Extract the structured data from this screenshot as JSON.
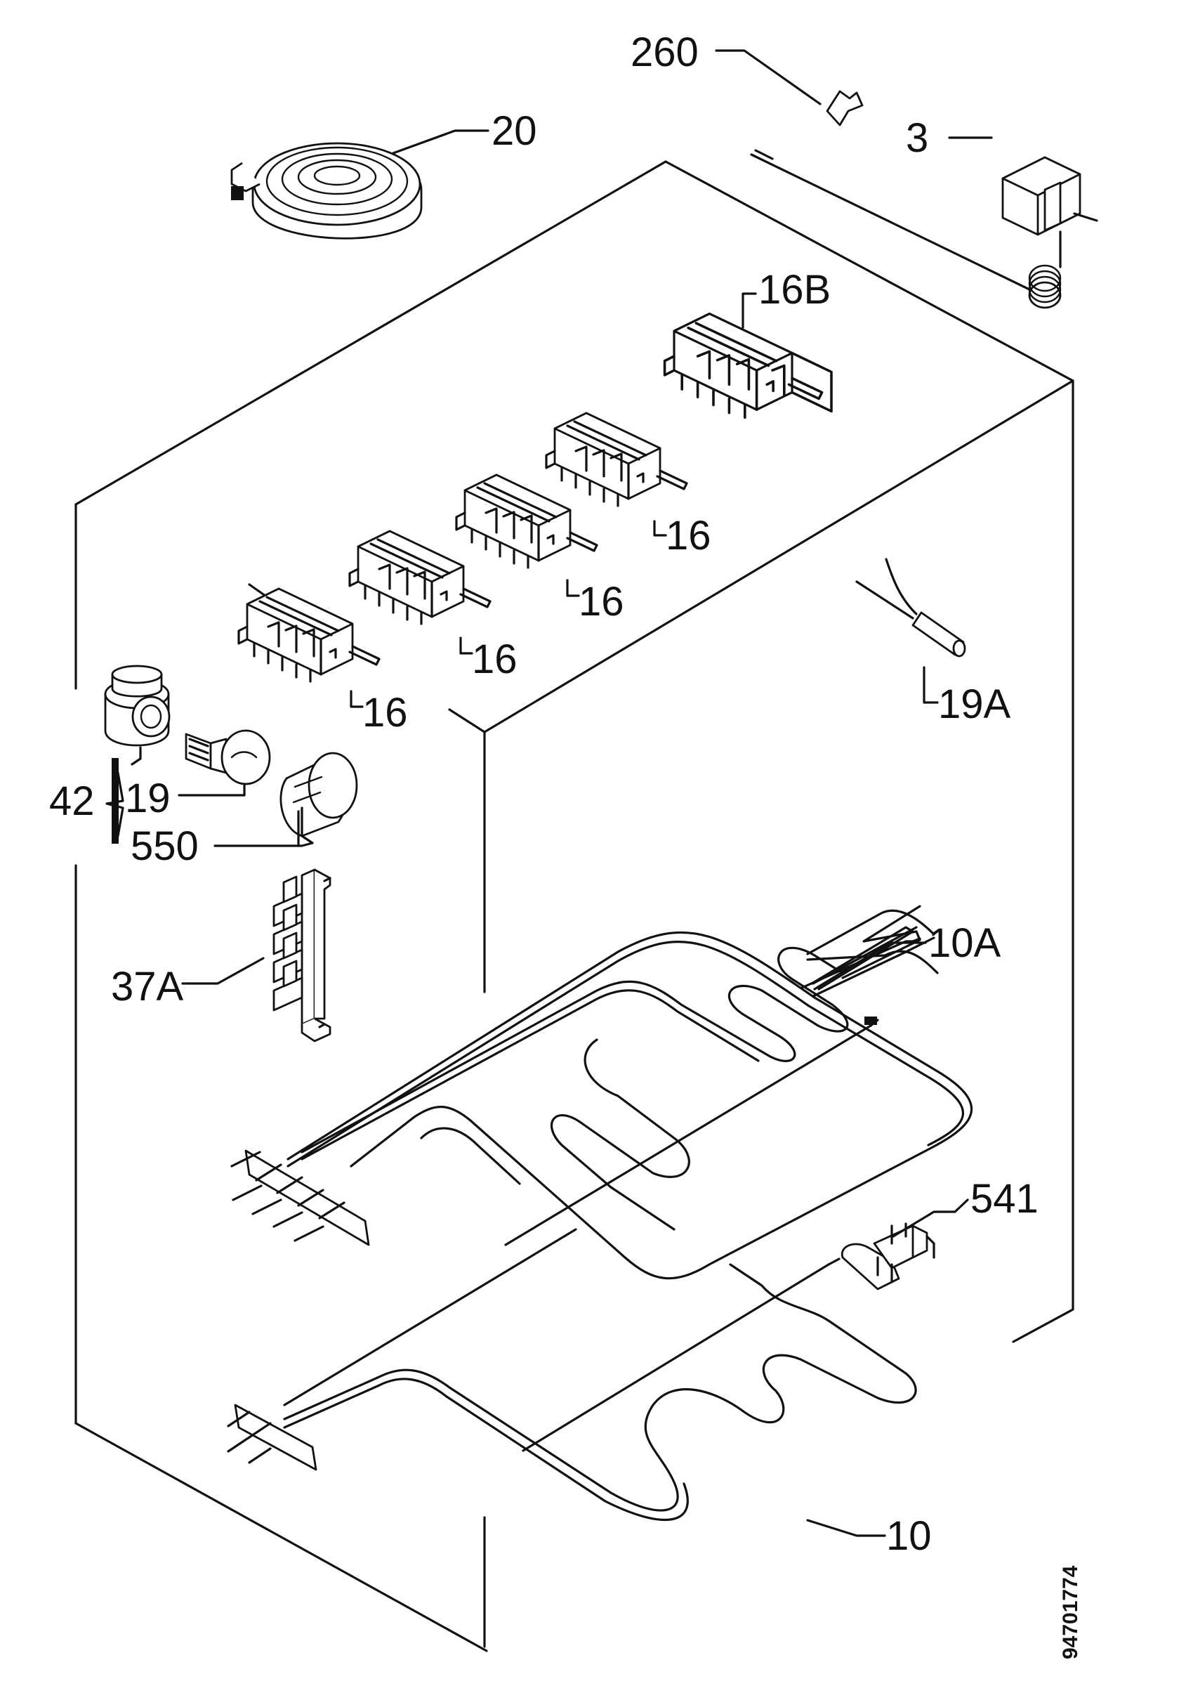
{
  "labels": {
    "p260": "260",
    "p20": "20",
    "p3": "3",
    "p16b": "16B",
    "p16a": "16",
    "p16b2": "16",
    "p16c": "16",
    "p16d": "16",
    "p19a": "19A",
    "p42": "42",
    "p19": "19",
    "p550": "550",
    "p37a": "37A",
    "p10a": "10A",
    "p541": "541",
    "p10": "10"
  },
  "drawing_number": "94701774",
  "colors": {
    "ink": "#111111",
    "paper": "#ffffff"
  }
}
